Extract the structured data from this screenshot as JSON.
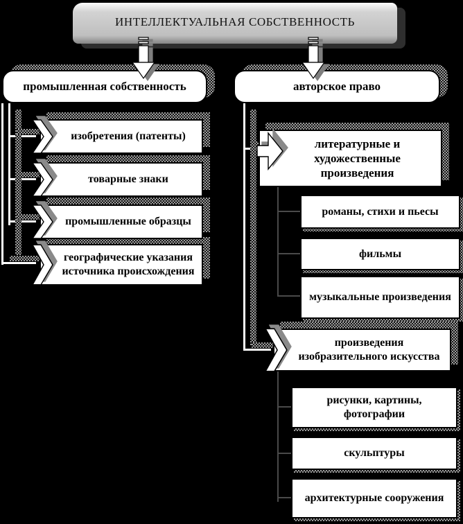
{
  "title": "ИНТЕЛЛЕКТУАЛЬНАЯ СОБСТВЕННОСТЬ",
  "industrial": {
    "label": "промышленная собственность",
    "items": [
      "изобретения (патенты)",
      "товарные знаки",
      "промышленные образцы",
      "географические указания источника происхождения"
    ]
  },
  "copyright": {
    "label": "авторское право",
    "groups": [
      {
        "label": "литературные и художественные произведения",
        "items": [
          "романы, стихи и пьесы",
          "фильмы",
          "музыкальные произведения"
        ]
      },
      {
        "label": "произведения изобразительного искусства",
        "items": [
          "рисунки, картины, фотографии",
          "скульптуры",
          "архитектурные сооружения"
        ]
      }
    ]
  },
  "colors": {
    "background": "#000000",
    "node_fill": "#ffffff",
    "border": "#000000",
    "shadow": "#8c8c8c",
    "header_fill": "#c8c8c8"
  }
}
